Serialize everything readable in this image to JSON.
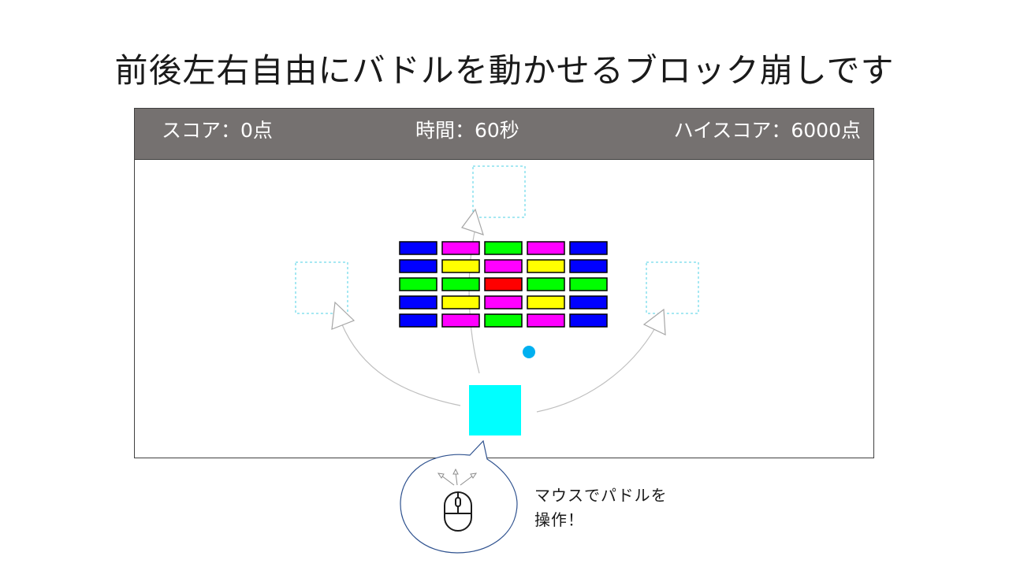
{
  "title": "前後左右自由にバドルを動かせるブロック崩しです",
  "hud": {
    "score": "スコア：0点",
    "time": "時間：60秒",
    "high_score": "ハイスコア：6000点"
  },
  "instruction": {
    "line1": "マウスでパドルを",
    "line2": "操作！"
  },
  "colors": {
    "hud_bg": "#757170",
    "blue": "#0000ff",
    "magenta": "#ff00ff",
    "green": "#00ff00",
    "yellow": "#ffff00",
    "red": "#ff0000",
    "paddle": "#00ffff",
    "ball": "#00b0f0",
    "guide": "#4dd2e6"
  },
  "bricks": [
    [
      "blue",
      "magenta",
      "green",
      "magenta",
      "blue"
    ],
    [
      "blue",
      "yellow",
      "magenta",
      "yellow",
      "blue"
    ],
    [
      "green",
      "green",
      "red",
      "green",
      "green"
    ],
    [
      "blue",
      "yellow",
      "magenta",
      "yellow",
      "blue"
    ],
    [
      "blue",
      "magenta",
      "green",
      "magenta",
      "blue"
    ]
  ],
  "icons": {
    "mouse": "mouse-icon",
    "arrows": "direction-arrows-icon"
  }
}
